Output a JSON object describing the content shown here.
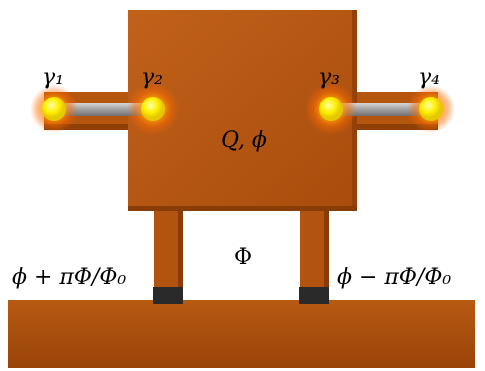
{
  "labels": {
    "gamma1": "γ₁",
    "gamma2": "γ₂",
    "gamma3": "γ₃",
    "gamma4": "γ₄",
    "island": "Q, ϕ",
    "flux": "Φ",
    "phase_left": "ϕ + πΦ/Φ₀",
    "phase_right": "ϕ − πΦ/Φ₀"
  },
  "colors": {
    "superconductor": "#b5560f",
    "superconductor_dark": "#8f3f08",
    "junction": "#2a2a2a",
    "nanowire": "#a8a8a8",
    "majorana": "#ffef00",
    "glow": "#ff7a00"
  }
}
